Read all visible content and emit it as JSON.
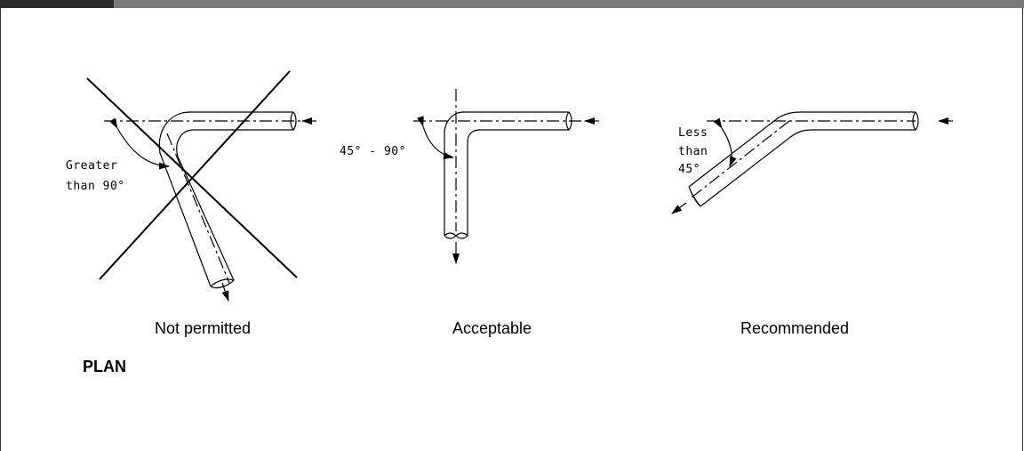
{
  "panels": [
    {
      "caption": "Not permitted",
      "angle_label": [
        "Greater",
        "than 90°"
      ]
    },
    {
      "caption": "Acceptable",
      "angle_label": [
        "45° - 90°"
      ]
    },
    {
      "caption": "Recommended",
      "angle_label": [
        "Less",
        "than",
        "45°"
      ]
    }
  ],
  "footer_label": "PLAN"
}
